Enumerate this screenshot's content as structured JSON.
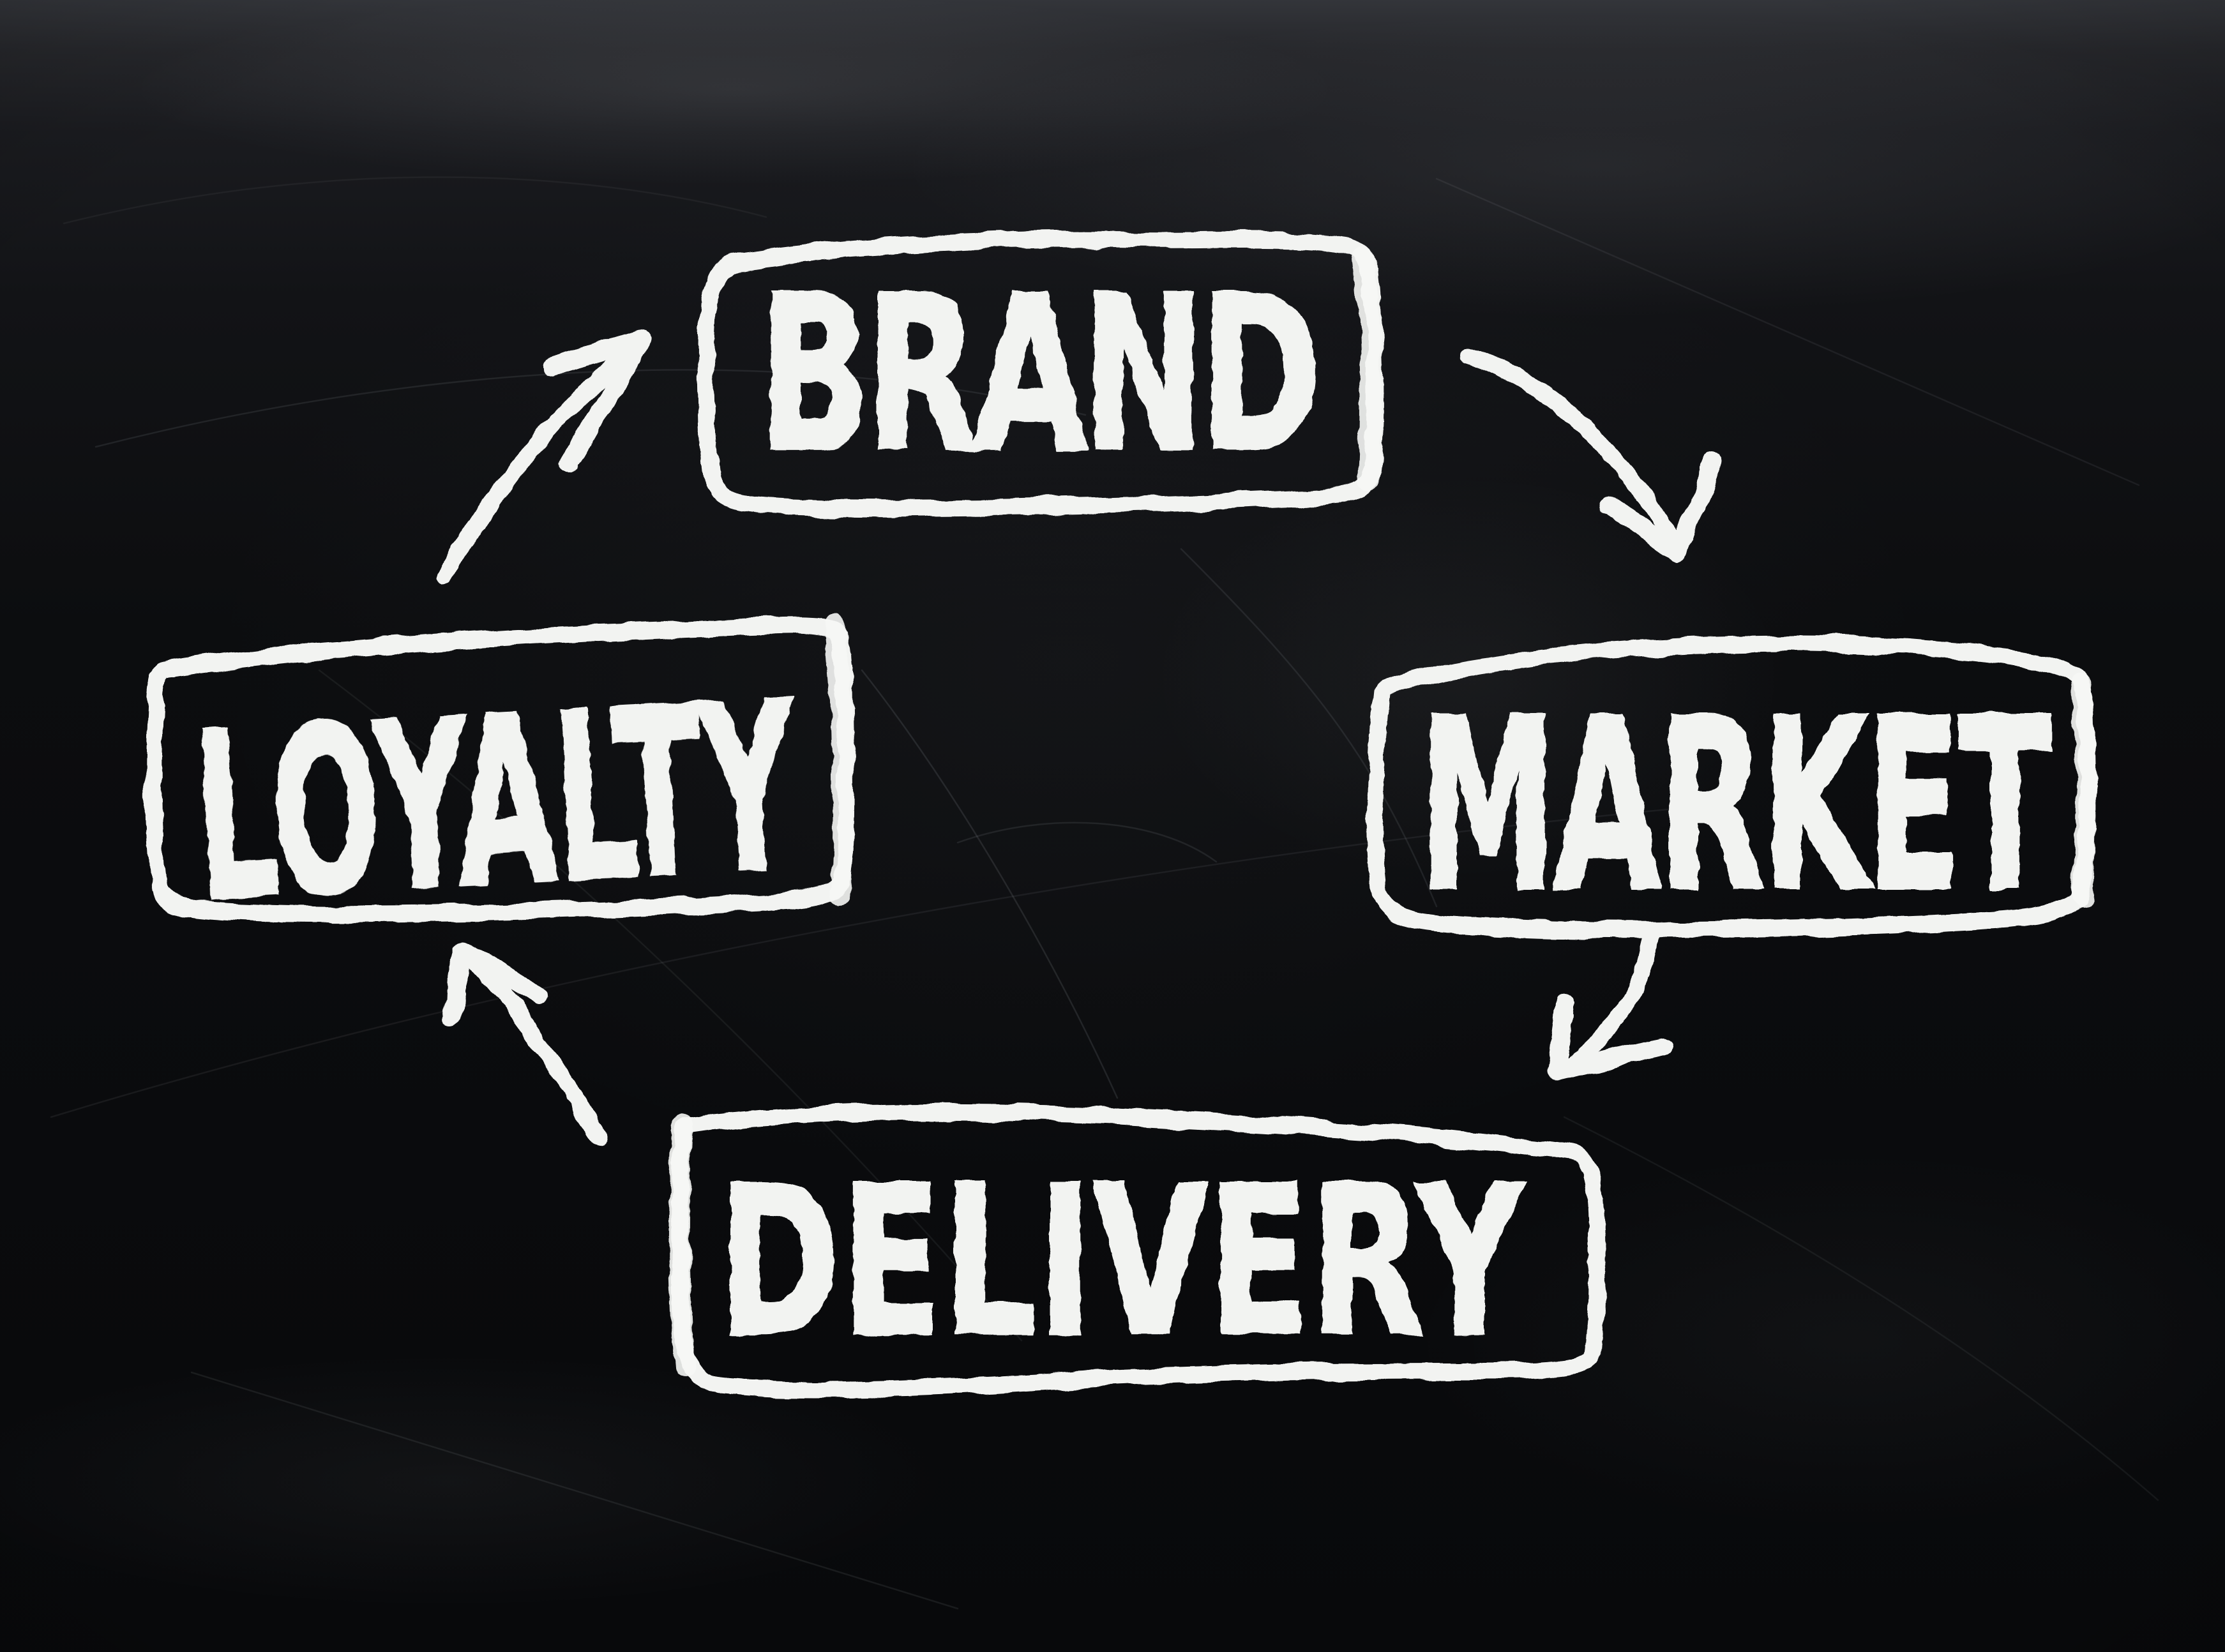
{
  "board": {
    "kind": "chalkboard-cycle-diagram",
    "background_color": "#0b0c0e",
    "chalk_color": "#f2f3f1"
  },
  "nodes": [
    {
      "id": "brand",
      "label": "BRAND"
    },
    {
      "id": "market",
      "label": "MARKET"
    },
    {
      "id": "delivery",
      "label": "DELIVERY"
    },
    {
      "id": "loyalty",
      "label": "LOYALTY"
    }
  ],
  "edges": [
    {
      "from": "loyalty",
      "to": "brand"
    },
    {
      "from": "brand",
      "to": "market"
    },
    {
      "from": "market",
      "to": "delivery"
    },
    {
      "from": "delivery",
      "to": "loyalty"
    }
  ],
  "cycle_direction": "clockwise"
}
